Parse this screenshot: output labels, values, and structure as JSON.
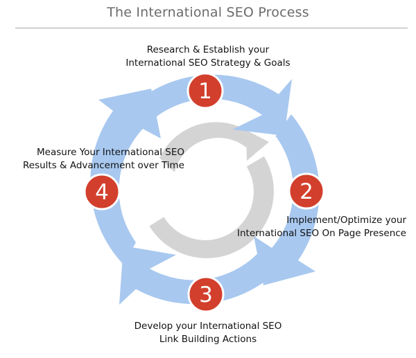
{
  "title": "The International SEO Process",
  "colors": {
    "arrow_ring": "#a8c8ef",
    "badge_fill": "#d23f2c",
    "badge_ring": "#ffffff",
    "inner_ring": "#d4d4d4",
    "title_text": "#6b6b6b",
    "rule": "#a9a9a9"
  },
  "steps": [
    {
      "number": "1",
      "lines": [
        "Research & Establish your",
        "International SEO Strategy & Goals"
      ]
    },
    {
      "number": "2",
      "lines": [
        "Implement/Optimize your",
        "International SEO On Page Presence"
      ]
    },
    {
      "number": "3",
      "lines": [
        "Develop your International SEO",
        "Link Building Actions"
      ]
    },
    {
      "number": "4",
      "lines": [
        "Measure Your International SEO",
        "Results & Advancement over Time"
      ]
    }
  ]
}
